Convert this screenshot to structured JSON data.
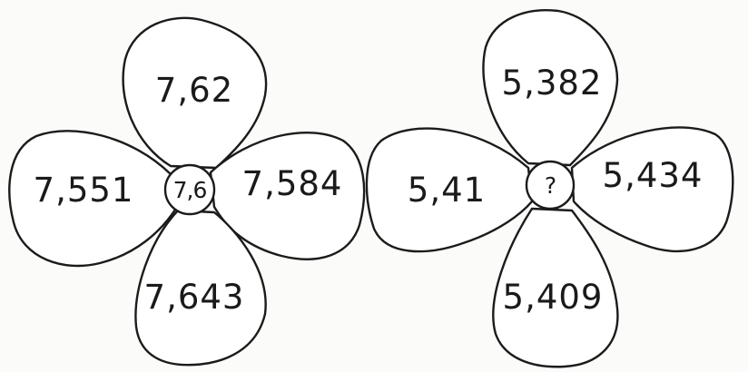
{
  "flowers": [
    {
      "center": "7,6",
      "petals": {
        "top": "7,62",
        "left": "7,551",
        "right": "7,584",
        "bottom": "7,643"
      }
    },
    {
      "center": "?",
      "petals": {
        "top": "5,382",
        "left": "5,41",
        "right": "5,434",
        "bottom": "5,409"
      }
    }
  ]
}
